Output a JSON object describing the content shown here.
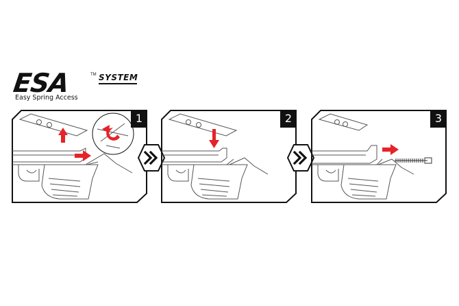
{
  "logo": {
    "brand": "ESA",
    "trademark": "TM",
    "system": "SYSTEM",
    "tagline": "Easy Spring Access"
  },
  "steps": [
    {
      "number": "1"
    },
    {
      "number": "2"
    },
    {
      "number": "3"
    }
  ],
  "colors": {
    "arrow": "#e52329",
    "line": "#111111",
    "background": "#ffffff"
  },
  "icons": [
    "double-chevron-right-icon",
    "double-chevron-right-icon"
  ]
}
